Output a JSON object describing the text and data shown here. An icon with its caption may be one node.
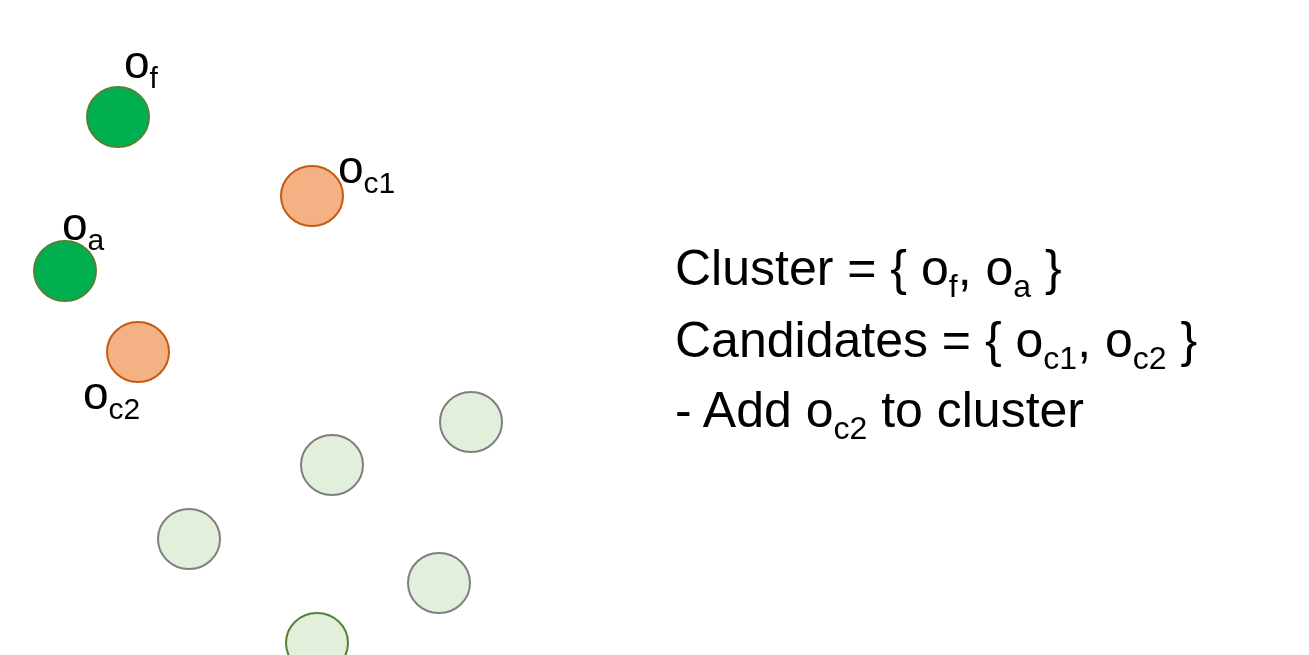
{
  "diagram": {
    "nodes": [
      {
        "text": [
          "o$_{f}$"
        ]
      },
      {
        "text": [
          "o$_{c1}$"
        ]
      },
      {
        "text": [
          "o$_{a}$"
        ]
      },
      {
        "text": [
          "o$_{c2}$"
        ]
      },
      {
        "text": [],
        "shape": "circle"
      },
      {
        "text": [],
        "shape": "circle"
      },
      {
        "text": [],
        "shape": "circle"
      },
      {
        "text": [],
        "shape": "circle"
      },
      {
        "text": [],
        "shape": "circle"
      }
    ],
    "labels": [
      "Cluster = { o$_{f}$, o$_{a}$ }",
      "Candidates = { o$_{c1}$, o$_{c2}$ }",
      "- Add o$_{c2}$ to cluster"
    ]
  }
}
